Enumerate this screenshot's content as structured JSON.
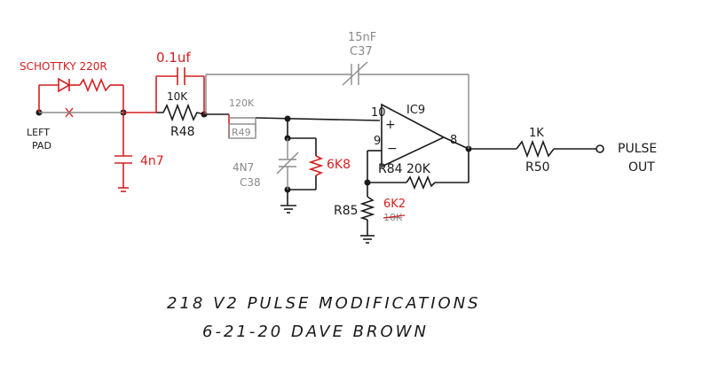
{
  "colors": {
    "ink": "#1a1a1a",
    "red": "#d42020",
    "gray": "#8a8a8a"
  },
  "labels": {
    "schottky": "SCHOTTKY 220R",
    "cap_01uf": "0.1uf",
    "r_10k": "10K",
    "r48": "R48",
    "r_120k": "120K",
    "r49": "R49",
    "c15nf": "15nF",
    "c37": "C37",
    "ic9": "IC9",
    "pin10": "10",
    "pin9": "9",
    "pin8": "8",
    "plus": "+",
    "minus": "−",
    "left_pad_1": "LEFT",
    "left_pad_2": "PAD",
    "c_4n7_red": "4n7",
    "c_4n7_gray": "4N7",
    "c38": "C38",
    "r_6k8": "6K8",
    "r84": "R84 20K",
    "r85": "R85",
    "r_6k2": "6K2",
    "r_10k_struck": "10K",
    "r_1k": "1K",
    "r50": "R50",
    "pulse": "PULSE",
    "out": "OUT"
  },
  "title": {
    "line1": "218 V2 PULSE MODIFICATIONS",
    "line2": "6-21-20 DAVE BROWN"
  }
}
